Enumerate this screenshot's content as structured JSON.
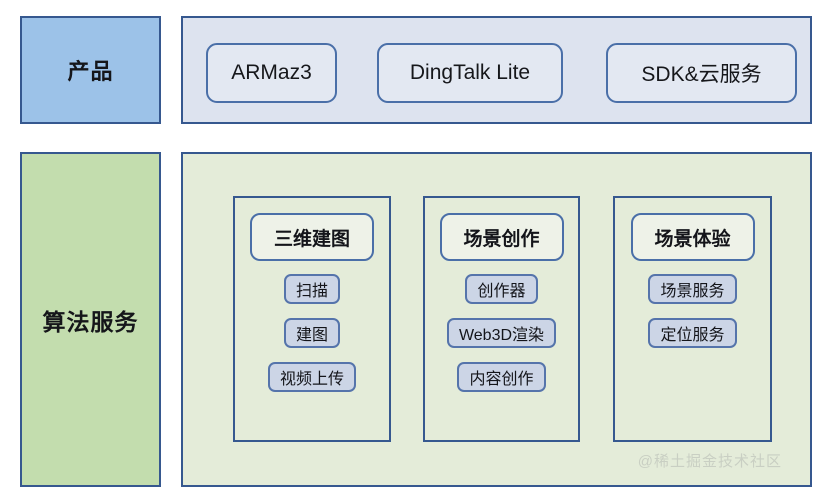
{
  "diagram": {
    "rows": [
      {
        "label": "产品",
        "label_color": "#9cc2e8",
        "panel_color": "#dde3ef",
        "items": [
          "ARMaz3",
          "DingTalk Lite",
          "SDK&云服务"
        ]
      },
      {
        "label": "算法服务",
        "label_color": "#c3ddae",
        "panel_color": "#e4ecd9",
        "columns": [
          {
            "title": "三维建图",
            "items": [
              "扫描",
              "建图",
              "视频上传"
            ]
          },
          {
            "title": "场景创作",
            "items": [
              "创作器",
              "Web3D渲染",
              "内容创作"
            ]
          },
          {
            "title": "场景体验",
            "items": [
              "场景服务",
              "定位服务"
            ]
          }
        ]
      }
    ],
    "border_color": "#36588f",
    "pill_border_color": "#4a6fa8",
    "sub_pill_fill": "#ccd5e6"
  },
  "watermark": {
    "text": "@稀土掘金技术社区"
  }
}
